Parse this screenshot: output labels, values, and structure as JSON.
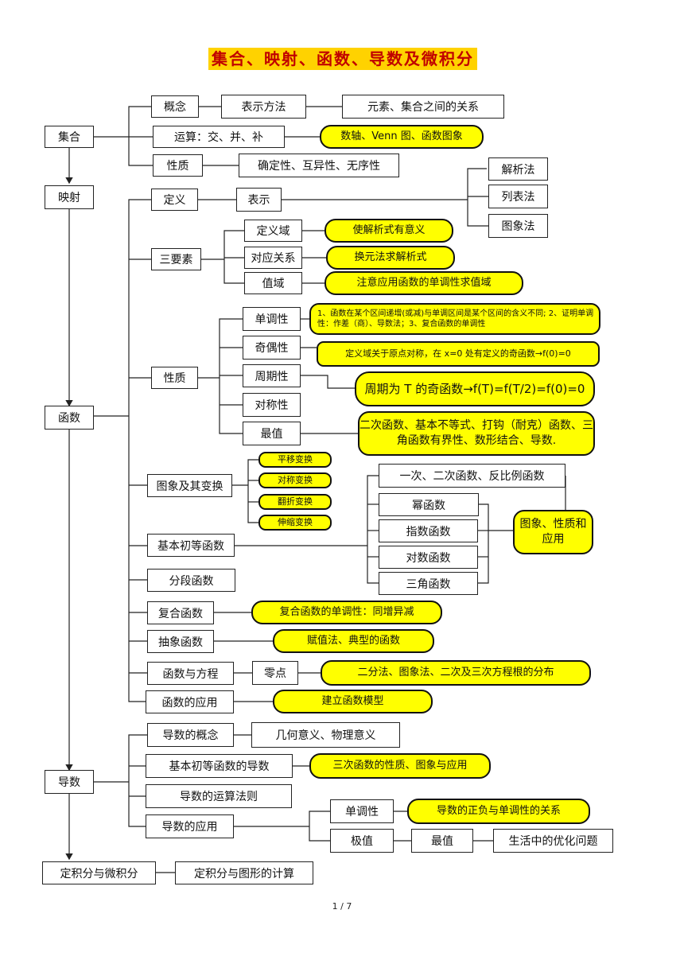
{
  "title": "集合、映射、函数、导数及微积分",
  "page_number": "1 / 7",
  "colors": {
    "highlight": "#ffff00",
    "title_bg": "#ffd200",
    "title_text": "#c00000"
  },
  "nodes": {
    "jihe": "集合",
    "yingshe": "映射",
    "hanshu": "函数",
    "daoshu": "导数",
    "jifen": "定积分与微积分",
    "jifen_jisuan": "定积分与图形的计算",
    "gainian": "概念",
    "biaoshi_fangfa": "表示方法",
    "yuansu_guanxi": "元素、集合之间的关系",
    "yunsuan": "运算：交、并、补",
    "shuzhou": "数轴、Venn 图、函数图象",
    "xingzhi_jihe": "性质",
    "queding": "确定性、互异性、无序性",
    "dingyi": "定义",
    "biaoshi": "表示",
    "jiexifa": "解析法",
    "liebiaofa": "列表法",
    "tuxiangfa": "图象法",
    "sanyaosu": "三要素",
    "dingyiyu": "定义域",
    "dingyiyu_note": "使解析式有意义",
    "duiying": "对应关系",
    "duiying_note": "换元法求解析式",
    "zhiyu": "值域",
    "zhiyu_note": "注意应用函数的单调性求值域",
    "xingzhi": "性质",
    "dandiao": "单调性",
    "dandiao_note": "1、函数在某个区间递增(或减)与单调区间是某个区间的含义不同; 2、证明单调性：作差（商）、导数法；3、复合函数的单调性",
    "jiou": "奇偶性",
    "jiou_note": "定义域关于原点对称，在 x=0 处有定义的奇函数→f(0)=0",
    "zhouqi": "周期性",
    "zhouqi_note": "周期为 T 的奇函数→f(T)=f(T/2)=f(0)=0",
    "duicheng": "对称性",
    "zuizhi": "最值",
    "zuizhi_note": "二次函数、基本不等式、打钩（耐克）函数、三角函数有界性、数形结合、导数.",
    "tuxiang_bianhuan": "图象及其变换",
    "pingyi": "平移变换",
    "duicheng_bianhuan": "对称变换",
    "fanzhe": "翻折变换",
    "shensuo": "伸缩变换",
    "jiben": "基本初等函数",
    "yici": "一次、二次函数、反比例函数",
    "mi": "幂函数",
    "zhishu": "指数函数",
    "duishu": "对数函数",
    "sanjiao": "三角函数",
    "tuxiang_xingzhi": "图象、性质和应用",
    "fenduan": "分段函数",
    "fuhe": "复合函数",
    "fuhe_note": "复合函数的单调性：同增异减",
    "chouxiang": "抽象函数",
    "chouxiang_note": "赋值法、典型的函数",
    "fangcheng": "函数与方程",
    "lingdian": "零点",
    "lingdian_note": "二分法、图象法、二次及三次方程根的分布",
    "yingyong": "函数的应用",
    "yingyong_note": "建立函数模型",
    "ds_gainian": "导数的概念",
    "ds_gainian_note": "几何意义、物理意义",
    "ds_jiben": "基本初等函数的导数",
    "ds_jiben_note": "三次函数的性质、图象与应用",
    "ds_yunsuan": "导数的运算法则",
    "ds_yingyong": "导数的应用",
    "ds_dandiao": "单调性",
    "ds_dandiao_note": "导数的正负与单调性的关系",
    "jizhi": "极值",
    "ds_zuizhi": "最值",
    "youhua": "生活中的优化问题"
  }
}
